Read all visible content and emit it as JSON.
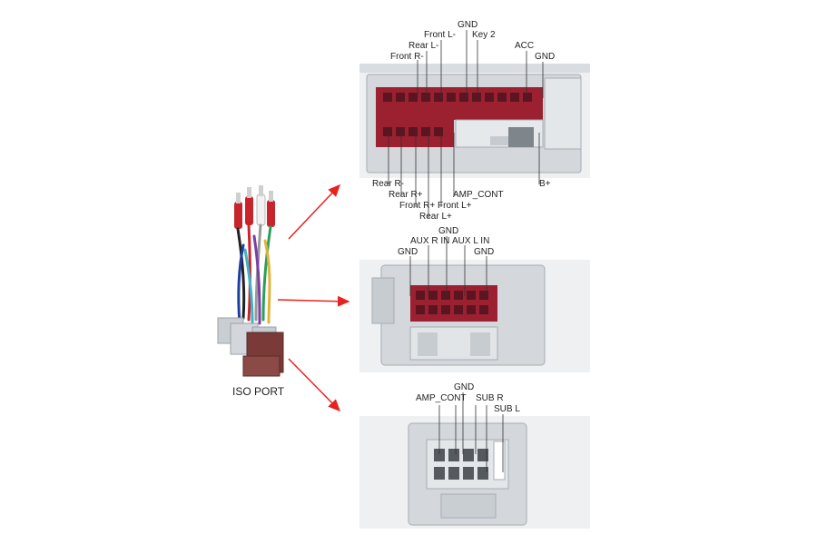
{
  "harness": {
    "caption": "ISO PORT"
  },
  "colors": {
    "arrow": "#e8231f",
    "housing": "#cdd2d7",
    "housing_dark": "#9aa2aa",
    "pins_red": "#9b2030",
    "pins_dark": "#555a5e"
  },
  "connector1": {
    "top_labels": [
      "GND",
      "Front L-",
      "Key 2",
      "Rear L-",
      "Front R-",
      "ACC",
      "GND"
    ],
    "bottom_labels": [
      "Rear R-",
      "Rear R+",
      "Front R+",
      "Rear L+",
      "Front L+",
      "AMP_CONT",
      "B+"
    ]
  },
  "connector2": {
    "top_labels": [
      "GND",
      "AUX R IN",
      "AUX L IN",
      "GND",
      "GND"
    ]
  },
  "connector3": {
    "top_labels": [
      "GND",
      "AMP_CONT",
      "SUB R",
      "SUB L"
    ]
  }
}
